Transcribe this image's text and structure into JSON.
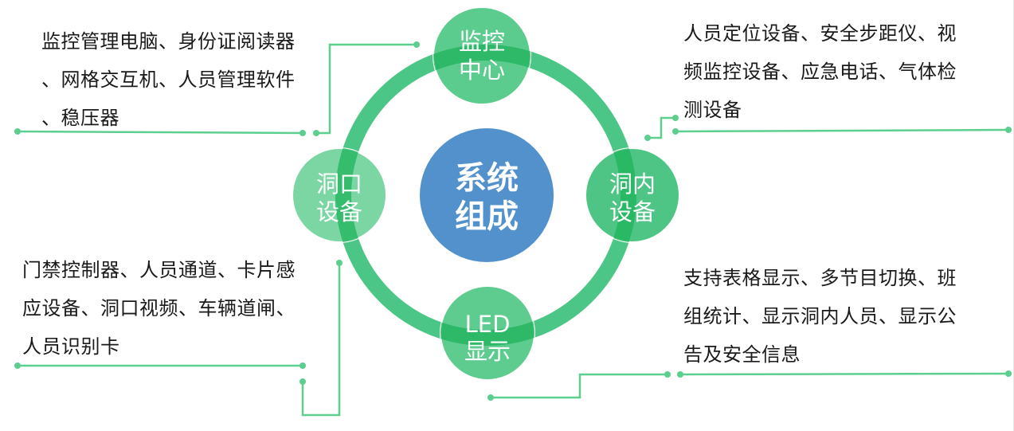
{
  "diagram": {
    "center": {
      "label_line1": "系统",
      "label_line2": "组成",
      "color": "#5291cc"
    },
    "ring_color": "#4cc687",
    "band_color": "#1db35a",
    "connector_color": "#5ccf8e",
    "nodes": [
      {
        "id": "monitor-center",
        "line1": "监控",
        "line2": "中心",
        "color": "#5bcc8e"
      },
      {
        "id": "portal-equipment",
        "line1": "洞口",
        "line2": "设备",
        "color": "#7cd6a4"
      },
      {
        "id": "tunnel-equipment",
        "line1": "洞内",
        "line2": "设备",
        "color": "#4ec584"
      },
      {
        "id": "led-display",
        "line1": "LED",
        "line2": "显示",
        "color": "#5dcc8e"
      }
    ],
    "descriptions": {
      "monitor_center": "监控管理电脑、身份证阅读器、网格交互机、人员管理软件、稳压器",
      "tunnel_equipment": "人员定位设备、安全步距仪、视频监控设备、应急电话、气体检测设备",
      "portal_equipment": "门禁控制器、人员通道、卡片感应设备、洞口视频、车辆道闸、人员识别卡",
      "led_display": "支持表格显示、多节目切换、班组统计、显示洞内人员、显示公告及安全信息"
    },
    "description_lines": {
      "monitor_center": [
        "监控管理电脑、身份证阅读器",
        "、网格交互机、人员管理软件",
        "、稳压器"
      ],
      "tunnel_equipment": [
        "人员定位设备、安全步距仪、视",
        "频监控设备、应急电话、气体检",
        "测设备"
      ],
      "portal_equipment": [
        "门禁控制器、人员通道、卡片感",
        "应设备、洞口视频、车辆道闸、",
        "人员识别卡"
      ],
      "led_display": [
        "支持表格显示、多节目切换、班",
        "组统计、显示洞内人员、显示公",
        "告及安全信息"
      ]
    }
  }
}
